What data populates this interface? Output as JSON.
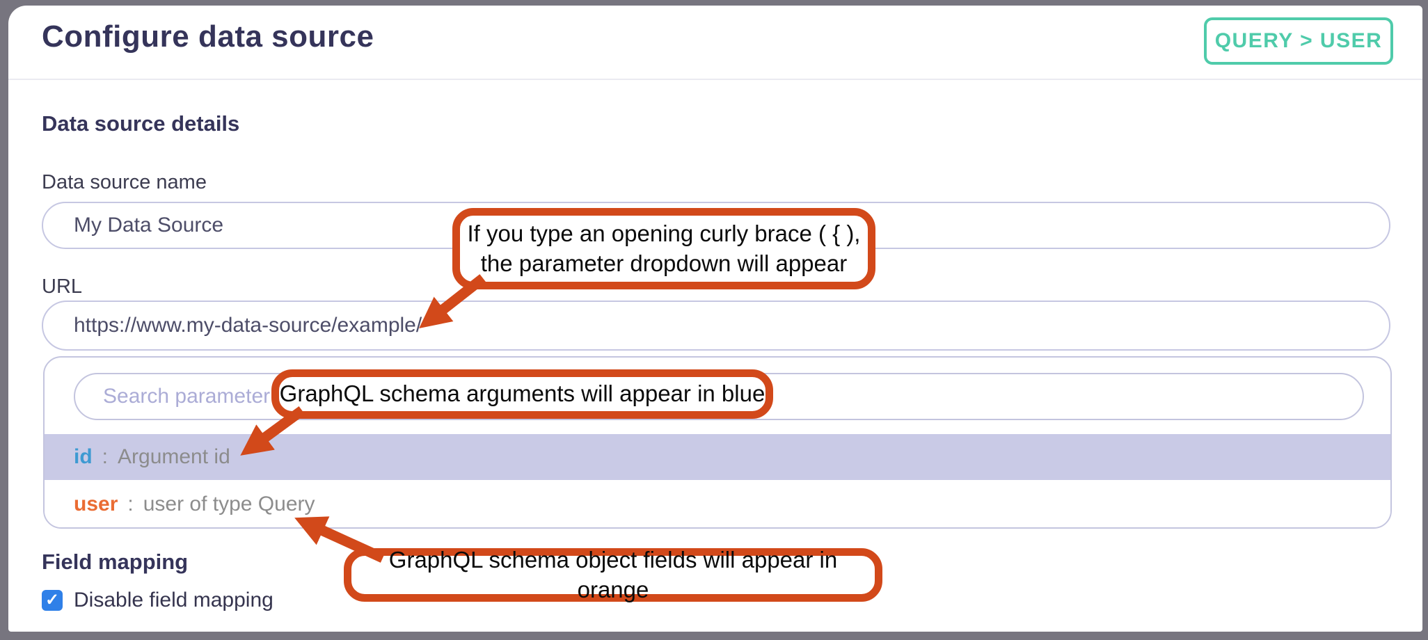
{
  "header": {
    "title": "Configure data source",
    "query_badge": "QUERY > USER"
  },
  "form": {
    "section_title": "Data source details",
    "name_label": "Data source name",
    "name_value": "My Data Source",
    "url_label": "URL",
    "url_value": "https://www.my-data-source/example/"
  },
  "dropdown": {
    "search_placeholder": "Search parameter",
    "items": [
      {
        "name": "id",
        "separator": ":",
        "description": "Argument id",
        "color": "#3e9ad2",
        "highlighted": true
      },
      {
        "name": "user",
        "separator": ":",
        "description": "user of type Query",
        "color": "#ea6c33",
        "highlighted": false
      }
    ]
  },
  "field_mapping": {
    "section_title": "Field mapping",
    "checkbox_label": "Disable field mapping",
    "checkbox_checked": true,
    "checkmark_glyph": "✓"
  },
  "annotations": {
    "callout1_line1": "If you type an opening curly brace ( { ),",
    "callout1_line2": "the parameter dropdown will appear",
    "callout2": "GraphQL schema arguments will appear in blue",
    "callout3": "GraphQL schema object fields will appear in orange"
  },
  "colors": {
    "frame_gray": "#77757f",
    "title_navy": "#35345a",
    "badge_teal": "#4fcbaa",
    "input_border": "#c6c7e2",
    "highlight_row": "#c9cae6",
    "argument_blue": "#3e9ad2",
    "field_orange": "#ea6c33",
    "row_text_gray": "#8c8c8c",
    "checkbox_blue": "#2f80e8",
    "callout_orange": "#d2491a"
  }
}
